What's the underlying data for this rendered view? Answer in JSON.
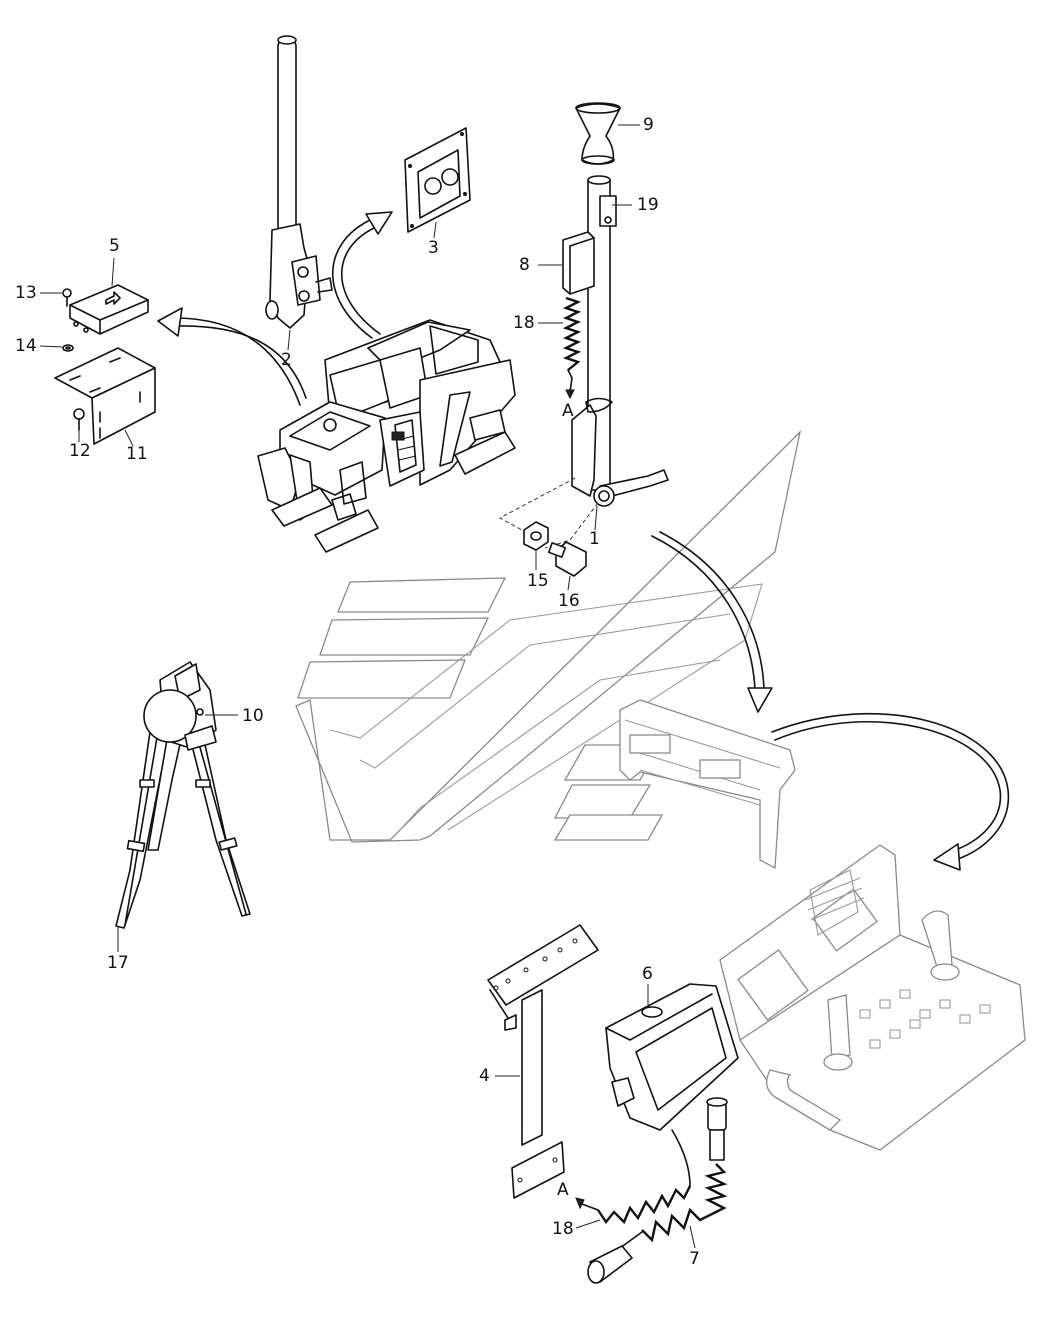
{
  "diagram": {
    "part_callouts": [
      {
        "id": "c1",
        "label": "1"
      },
      {
        "id": "c2",
        "label": "2"
      },
      {
        "id": "c3",
        "label": "3"
      },
      {
        "id": "c4",
        "label": "4"
      },
      {
        "id": "c5",
        "label": "5"
      },
      {
        "id": "c6",
        "label": "6"
      },
      {
        "id": "c7",
        "label": "7"
      },
      {
        "id": "c8",
        "label": "8"
      },
      {
        "id": "c9",
        "label": "9"
      },
      {
        "id": "c10",
        "label": "10"
      },
      {
        "id": "c11",
        "label": "11"
      },
      {
        "id": "c12",
        "label": "12"
      },
      {
        "id": "c13",
        "label": "13"
      },
      {
        "id": "c14",
        "label": "14"
      },
      {
        "id": "c15",
        "label": "15"
      },
      {
        "id": "c16",
        "label": "16"
      },
      {
        "id": "c17",
        "label": "17"
      },
      {
        "id": "c18a",
        "label": "18"
      },
      {
        "id": "c18b",
        "label": "18"
      },
      {
        "id": "c19",
        "label": "19"
      }
    ],
    "connection_markers": [
      {
        "id": "a_top",
        "label": "A"
      },
      {
        "id": "a_bottom",
        "label": "A"
      }
    ],
    "colors": {
      "line": "#111111",
      "ghost": "#8a8a8a",
      "background": "#ffffff"
    }
  }
}
